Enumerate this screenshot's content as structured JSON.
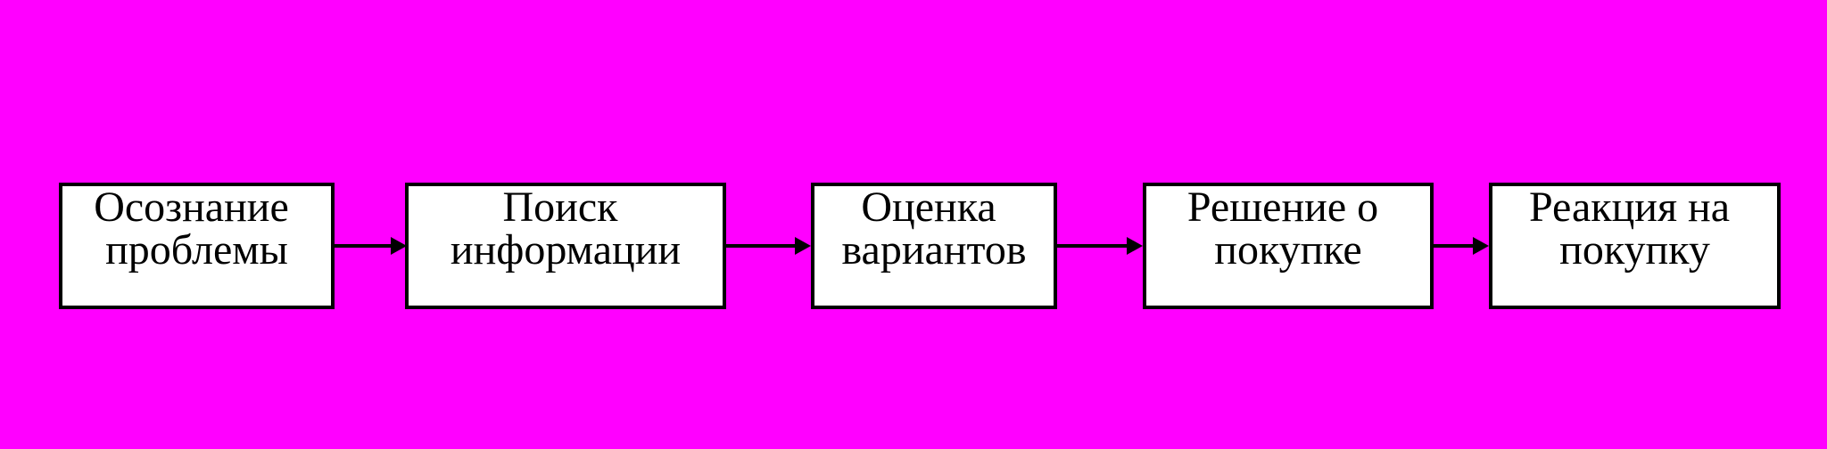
{
  "diagram": {
    "type": "flowchart",
    "background_color": "#ff00ff",
    "box_fill": "#ffffff",
    "line_color": "#000000",
    "steps": [
      {
        "line1": "Осознание",
        "line2": "проблемы"
      },
      {
        "line1": "Поиск",
        "line2": "информации"
      },
      {
        "line1": "Оценка",
        "line2": "вариантов"
      },
      {
        "line1": "Решение о",
        "line2": "покупке"
      },
      {
        "line1": "Реакция на",
        "line2": "покупку"
      }
    ],
    "edges": [
      {
        "from": 0,
        "to": 1
      },
      {
        "from": 1,
        "to": 2
      },
      {
        "from": 2,
        "to": 3
      },
      {
        "from": 3,
        "to": 4
      }
    ]
  }
}
